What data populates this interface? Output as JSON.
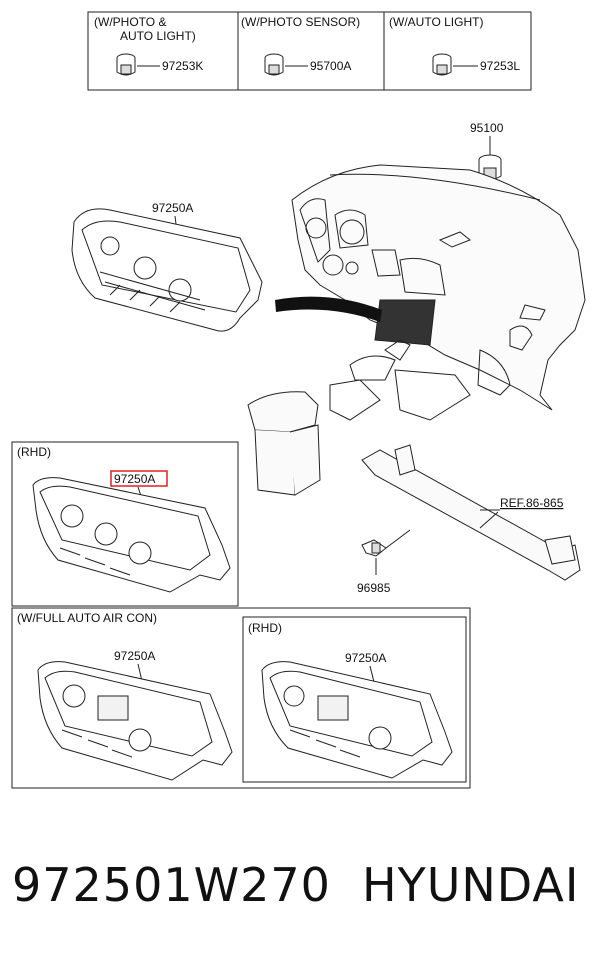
{
  "sensor_table": {
    "col1_line1": "(W/PHOTO &",
    "col1_line2": "AUTO LIGHT)",
    "col1_part": "97253K",
    "col2_title": "(W/PHOTO SENSOR)",
    "col2_part": "95700A",
    "col3_title": "(W/AUTO LIGHT)",
    "col3_part": "97253L"
  },
  "parts": {
    "sensor_top": "95100",
    "main_unit": "97250A",
    "rhd_box_title": "(RHD)",
    "rhd_unit": "97250A",
    "ref_label": "REF.86-865",
    "clip_part": "96985",
    "full_auto_title": "(W/FULL AUTO AIR CON)",
    "full_auto_unit": "97250A",
    "full_auto_rhd_title": "(RHD)",
    "full_auto_rhd_unit": "97250A"
  },
  "footer": {
    "part_number": "972501W270",
    "brand": "HYUNDAI"
  },
  "colors": {
    "highlight": "#e02020",
    "line": "#222222"
  }
}
